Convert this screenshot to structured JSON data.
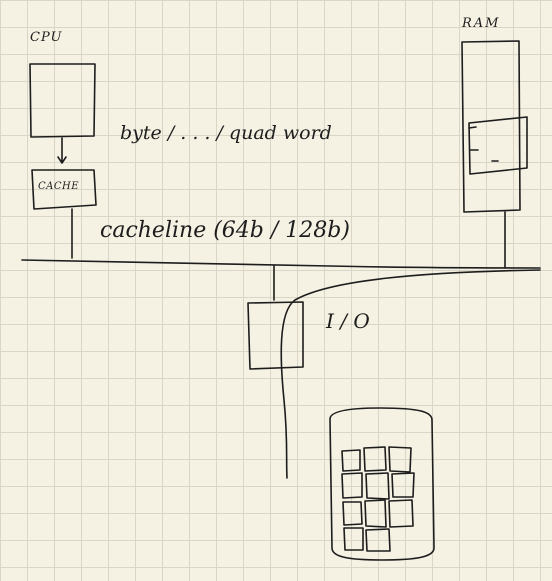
{
  "diagram": {
    "labels": {
      "cpu": "CPU",
      "ram": "RAM",
      "cache": "CACHE",
      "word_sizes": "byte / . . . / quad word",
      "cache_line": "cacheline (64b / 128b)",
      "io": "I / O"
    },
    "colors": {
      "paper": "#f5f1e3",
      "grid": "#d9d5c7",
      "ink": "#1d1d1d"
    }
  }
}
